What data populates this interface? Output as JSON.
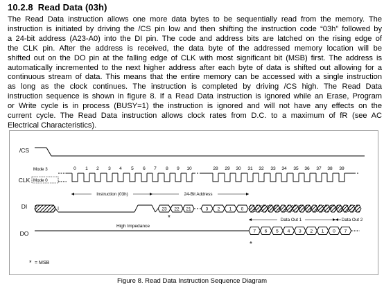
{
  "section": {
    "number": "10.2.8",
    "title": "Read Data (03h)"
  },
  "body_lines": [
    "The Read Data instruction allows one more data bytes to be sequentially read from the memory. The",
    "instruction is initiated by driving the /CS pin low and then shifting the instruction code “03h”  followed by",
    "a 24-bit address (A23-A0) into the DI pin. The code and address bits are latched on the rising edge of",
    "the CLK pin. After the address is received, the data byte of the addressed memory location will be",
    "shifted out on the DO pin at the falling edge of CLK with most significant bit (MSB) first. The address is",
    "automatically incremented to the next higher address after each byte of data is shifted out allowing for a",
    "continuous stream of data. This means that the entire memory can be accessed with a single instruction",
    "as long as the clock continues. The instruction is completed by driving /CS high. The Read Data",
    "instruction sequence is shown in figure 8. If a Read Data instruction is ignored while an Erase, Program",
    "or Write cycle is in process (BUSY=1) the instruction is ignored and will not have any effects on the",
    "current cycle. The Read Data instruction allows clock rates from D.C. to a maximum of fR (see AC",
    "Electrical Characteristics)."
  ],
  "diagram": {
    "signals": {
      "cs": "/CS",
      "clk": "CLK",
      "di": "DI",
      "do": "DO"
    },
    "modes": {
      "mode3": "Mode 3",
      "mode0": "Mode 0"
    },
    "clock_numbers_left": [
      "0",
      "1",
      "2",
      "3",
      "4",
      "5",
      "6",
      "7",
      "8",
      "9",
      "10"
    ],
    "clock_numbers_right": [
      "28",
      "29",
      "30",
      "31",
      "32",
      "33",
      "34",
      "35",
      "36",
      "37",
      "38",
      "39"
    ],
    "spans": {
      "instruction": "Instruction (03h)",
      "address": "24-Bit Address",
      "data_out_1": "Data Out 1",
      "data_out_2": "Data Out 2"
    },
    "di_address_bits": [
      "23",
      "22",
      "21",
      "3",
      "2",
      "1",
      "0"
    ],
    "do_data_bits": [
      "7",
      "6",
      "5",
      "4",
      "3",
      "2",
      "1",
      "0",
      "7"
    ],
    "high_impedance": "High Impedance",
    "legend": "= MSB",
    "msb_mark": "*"
  },
  "caption": "Figure 8. Read Data Instruction Sequence Diagram",
  "colors": {
    "text": "#000000",
    "frame": "#9a9a9a",
    "hatch": "#000000"
  }
}
